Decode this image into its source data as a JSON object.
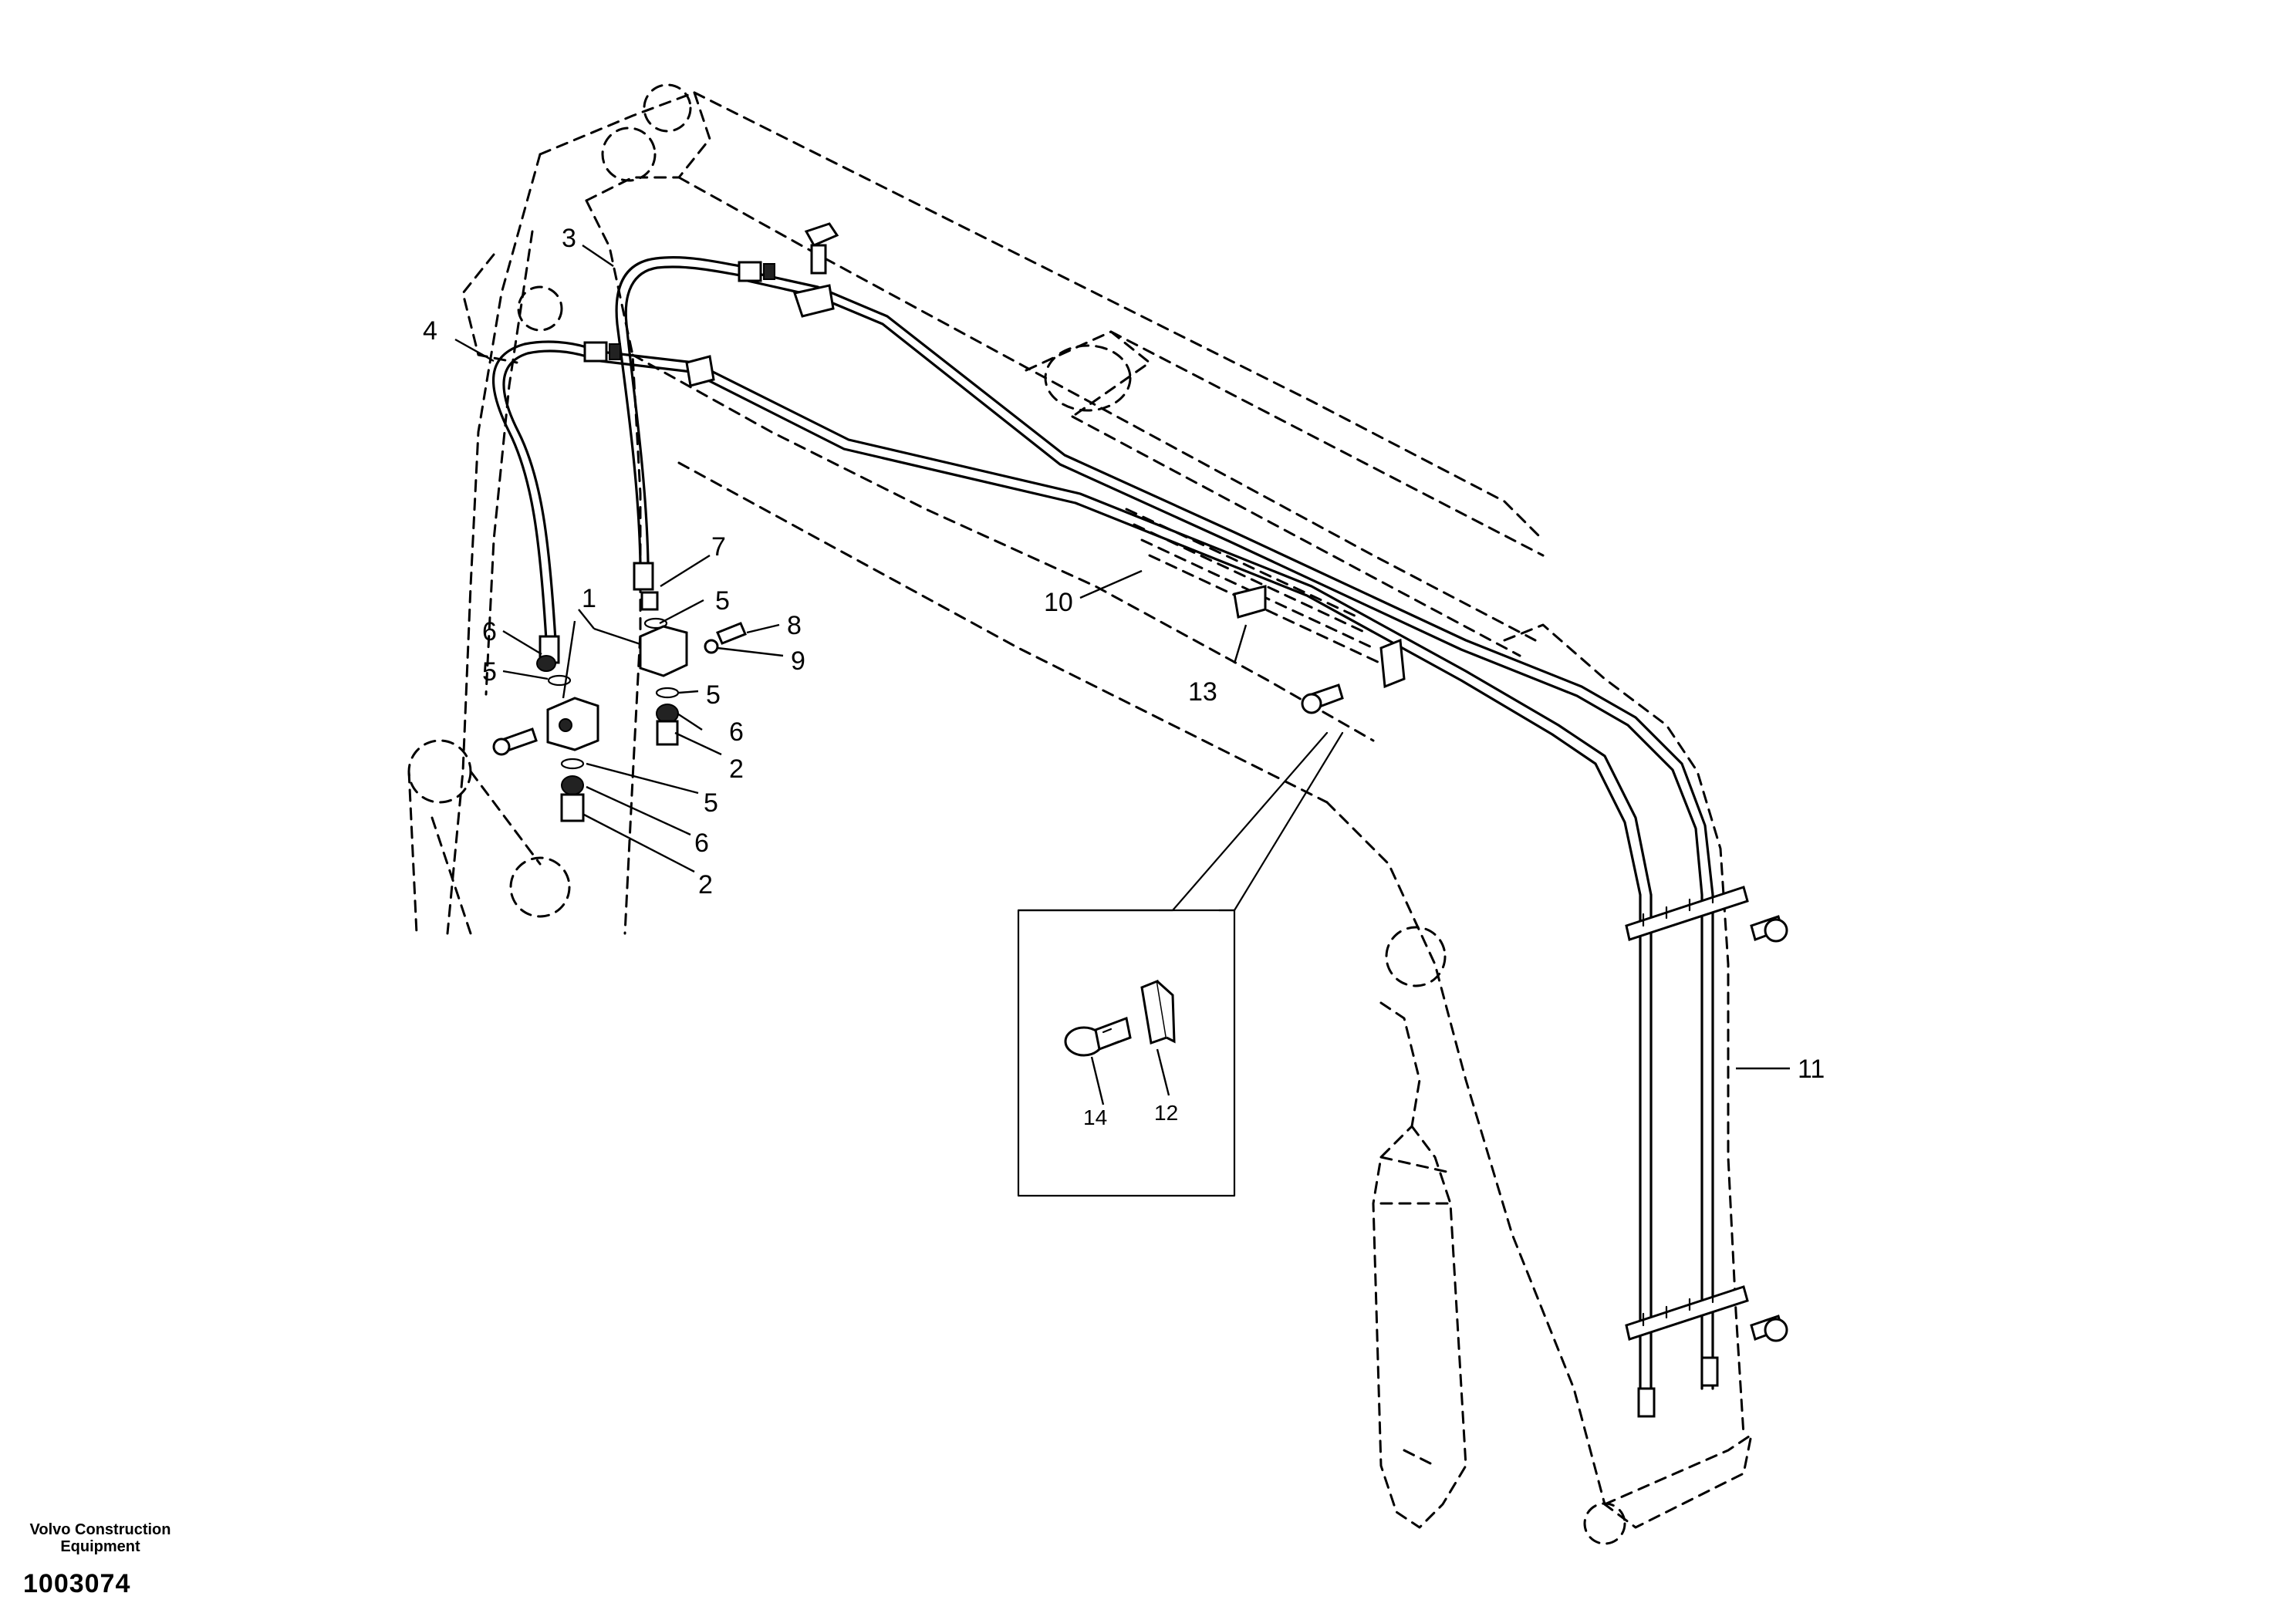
{
  "callouts": {
    "c1": "1",
    "c2a": "2",
    "c2b": "2",
    "c3": "3",
    "c4": "4",
    "c5a": "5",
    "c5b": "5",
    "c5c": "5",
    "c5d": "5",
    "c6a": "6",
    "c6b": "6",
    "c6c": "6",
    "c7": "7",
    "c8": "8",
    "c9": "9",
    "c10": "10",
    "c11": "11",
    "c12": "12",
    "c13": "13",
    "c14": "14"
  },
  "footer": {
    "maker_line1": "Volvo Construction",
    "maker_line2": "Equipment",
    "drawing_number": "1003074"
  }
}
